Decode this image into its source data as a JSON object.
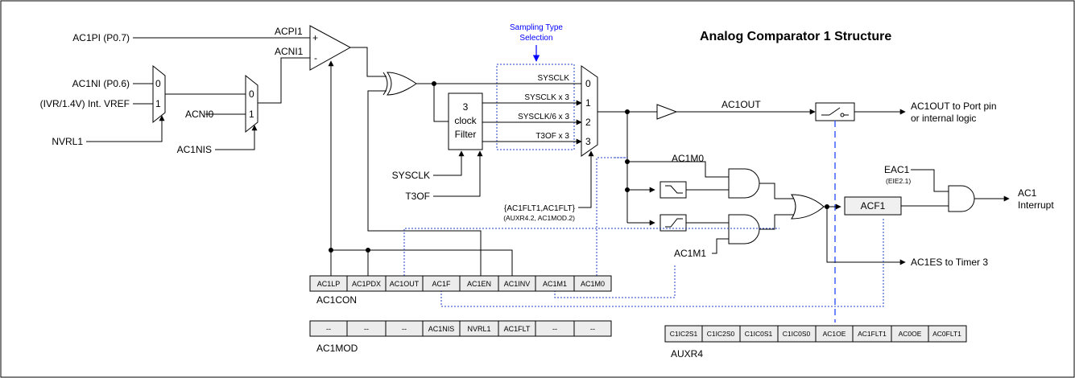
{
  "title": "Analog Comparator 1 Structure",
  "sampling_label": [
    "Sampling Type",
    "Selection"
  ],
  "inputs": {
    "ac1pi": "AC1PI (P0.7)",
    "ac1ni": "AC1NI (P0.6)",
    "vref": "(IVR/1.4V) Int. VREF",
    "nvrl1": "NVRL1",
    "ac1nis": "AC1NIS",
    "sysclk": "SYSCLK",
    "t3of": "T3OF",
    "eac1": "EAC1",
    "eie": "(EIE2.1)"
  },
  "signals": {
    "acpi1": "ACPI1",
    "acni1": "ACNI1",
    "acni0": "ACNI0",
    "ac1out": "AC1OUT",
    "ac1m0": "AC1M0",
    "ac1m1": "AC1M1",
    "plus": "+",
    "minus": "-",
    "mux_in0": "0",
    "mux_in1": "1",
    "filter_sel": "{AC1FLT1,AC1FLT}",
    "filter_sel_src": "(AUXR4.2, AC1MOD.2)"
  },
  "filter_block": [
    "3",
    "clock",
    "Filter"
  ],
  "sample_mux": {
    "inputs": [
      "SYSCLK",
      "SYSCLK x 3",
      "SYSCLK/6 x 3",
      "T3OF x 3"
    ],
    "indices": [
      "0",
      "1",
      "2",
      "3"
    ]
  },
  "acf1": "ACF1",
  "outputs": {
    "port": [
      "AC1OUT to Port pin",
      "or internal logic"
    ],
    "interrupt": [
      "AC1",
      "Interrupt"
    ],
    "timer": "AC1ES to Timer 3"
  },
  "registers": {
    "ac1con": {
      "name": "AC1CON",
      "bits": [
        "AC1LP",
        "AC1PDX",
        "AC1OUT",
        "AC1F",
        "AC1EN",
        "AC1INV",
        "AC1M1",
        "AC1M0"
      ]
    },
    "ac1mod": {
      "name": "AC1MOD",
      "bits": [
        "--",
        "--",
        "--",
        "AC1NIS",
        "NVRL1",
        "AC1FLT",
        "--",
        "--"
      ]
    },
    "auxr4": {
      "name": "AUXR4",
      "bits": [
        "C1IC2S1",
        "C1IC2S0",
        "C1IC0S1",
        "C1IC0S0",
        "AC1OE",
        "AC1FLT1",
        "AC0OE",
        "AC0FLT1"
      ]
    }
  }
}
